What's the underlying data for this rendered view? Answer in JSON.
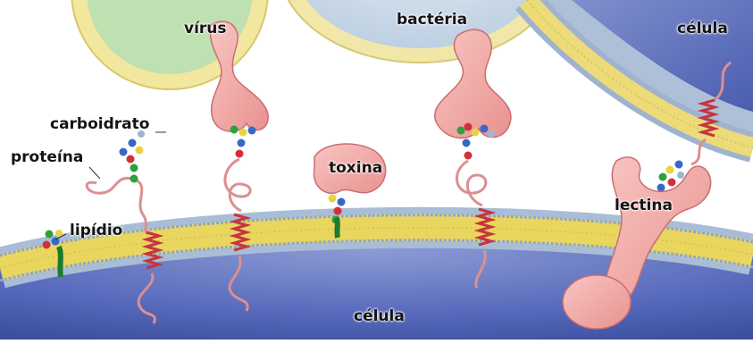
{
  "labels": {
    "virus": "vírus",
    "bacteria": "bactéria",
    "cell_top": "célula",
    "carbohydrate": "carboidrato",
    "protein": "proteína",
    "lipid": "lipídio",
    "toxin": "toxina",
    "lectin": "lectina",
    "cell_bottom": "célula"
  },
  "colors": {
    "background": "#ffffff",
    "virus_fill": "#bfe0b0",
    "virus_rim": "#efe49a",
    "bacteria_fill": "#d3e2ec",
    "bacteria_rim": "#f0e6a6",
    "membrane_yellow": "#e8d55b",
    "membrane_blue": "#aac0d8",
    "cell_interior": "#4f64b4",
    "protein_pink": "#f3aaa8",
    "protein_stroke": "#c96d74",
    "helix_red": "#cc3a46",
    "lipid_anchor": "#1e7a2e"
  }
}
